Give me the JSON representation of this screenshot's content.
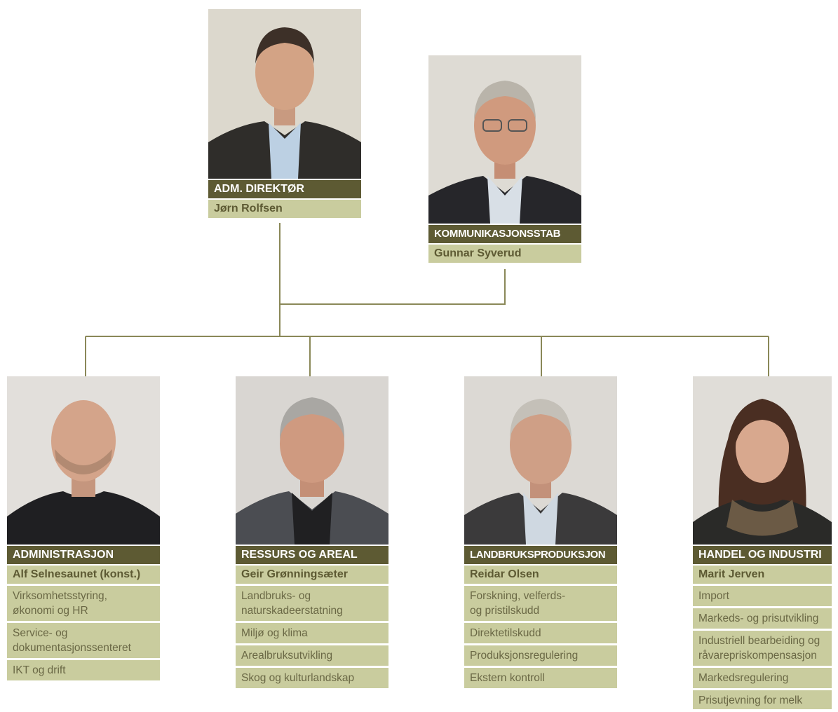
{
  "colors": {
    "title_bg": "#5d5a33",
    "name_bg": "#c9cc9e",
    "line": "#8a8858"
  },
  "director": {
    "title": "ADM. DIREKTØR",
    "name": "Jørn Rolfsen"
  },
  "staff": {
    "title": "KOMMUNIKASJONSSTAB",
    "name": "Gunnar Syverud"
  },
  "departments": [
    {
      "title": "ADMINISTRASJON",
      "name": "Alf Selnesaunet (konst.)",
      "responsibilities": [
        [
          "Virksomhetsstyring,",
          "økonomi og HR"
        ],
        [
          "Service- og",
          "dokumentasjonssenteret"
        ],
        [
          "IKT og drift"
        ]
      ]
    },
    {
      "title": "RESSURS OG AREAL",
      "name": "Geir Grønningsæter",
      "responsibilities": [
        [
          "Landbruks- og",
          "naturskadeerstatning"
        ],
        [
          "Miljø og klima"
        ],
        [
          "Arealbruksutvikling"
        ],
        [
          "Skog og kulturlandskap"
        ]
      ]
    },
    {
      "title": "LANDBRUKSPRODUKSJON",
      "name": "Reidar Olsen",
      "responsibilities": [
        [
          "Forskning, velferds-",
          "og pristilskudd"
        ],
        [
          "Direktetilskudd"
        ],
        [
          "Produksjonsregulering"
        ],
        [
          "Ekstern kontroll"
        ]
      ]
    },
    {
      "title": "HANDEL OG INDUSTRI",
      "name": "Marit Jerven",
      "responsibilities": [
        [
          "Import"
        ],
        [
          "Markeds- og prisutvikling"
        ],
        [
          "Industriell bearbeiding og",
          "råvarepriskompensasjon"
        ],
        [
          "Markedsregulering"
        ],
        [
          "Prisutjevning for melk"
        ]
      ]
    }
  ]
}
